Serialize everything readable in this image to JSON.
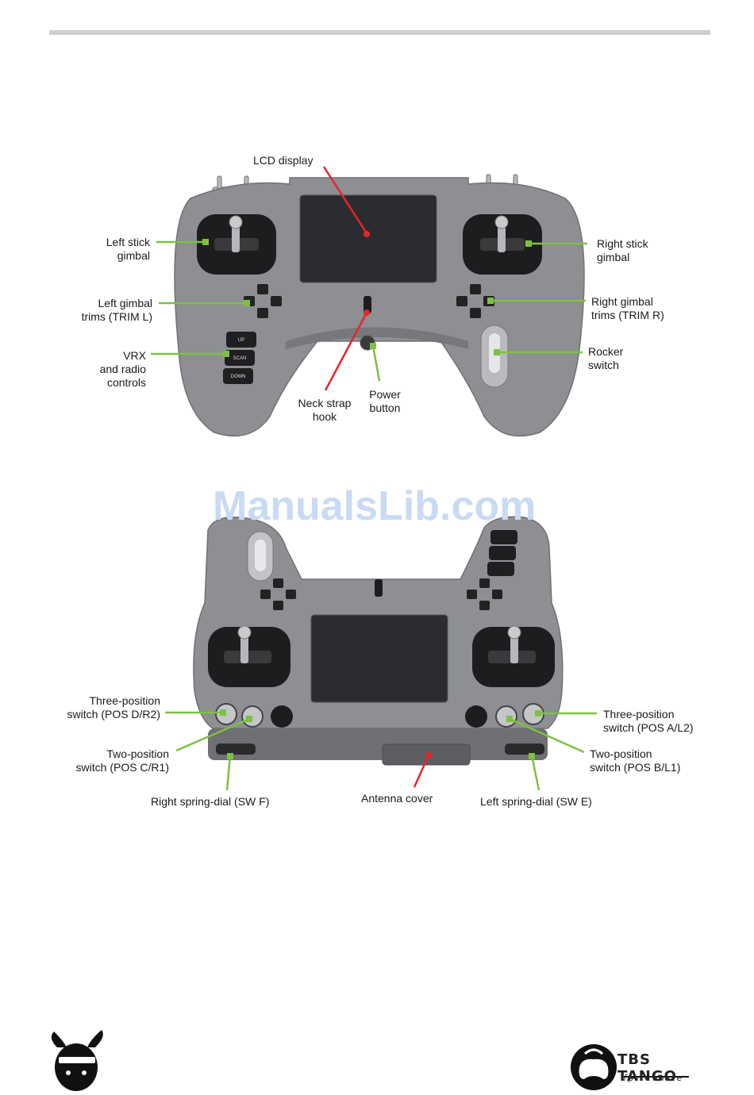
{
  "watermark": "ManualsLib.com",
  "colors": {
    "green": "#7dc142",
    "red": "#e5262b",
    "body": "#8c8e91",
    "screen": "#2b2c2f"
  },
  "top_labels": {
    "lcd": "LCD display",
    "left_stick": "Left stick\ngimbal",
    "right_stick": "Right stick\ngimbal",
    "left_trim": "Left gimbal\ntrims (TRIM L)",
    "right_trim": "Right gimbal\ntrims (TRIM R)",
    "vrx": "VRX\nand radio\ncontrols",
    "rocker": "Rocker\nswitch",
    "neck": "Neck strap\nhook",
    "power": "Power\nbutton"
  },
  "vrx_buttons": [
    "UP",
    "SCAN",
    "DOWN"
  ],
  "bottom_labels": {
    "three_left": "Three-position\nswitch (POS D/R2)",
    "three_right": "Three-position\nswitch (POS A/L2)",
    "two_left": "Two-position\nswitch (POS C/R1)",
    "two_right": "Two-position\nswitch (POS B/L1)",
    "dial_right": "Right spring-dial (SW F)",
    "antenna": "Antenna cover",
    "dial_left": "Left spring-dial (SW E)"
  },
  "footer": {
    "brand_title": "TBS TANGO",
    "brand_sub": "fpv remote",
    "left_logo_icon": "black-sheep-logo-icon",
    "right_logo_icon": "tbs-gamepad-logo-icon"
  }
}
